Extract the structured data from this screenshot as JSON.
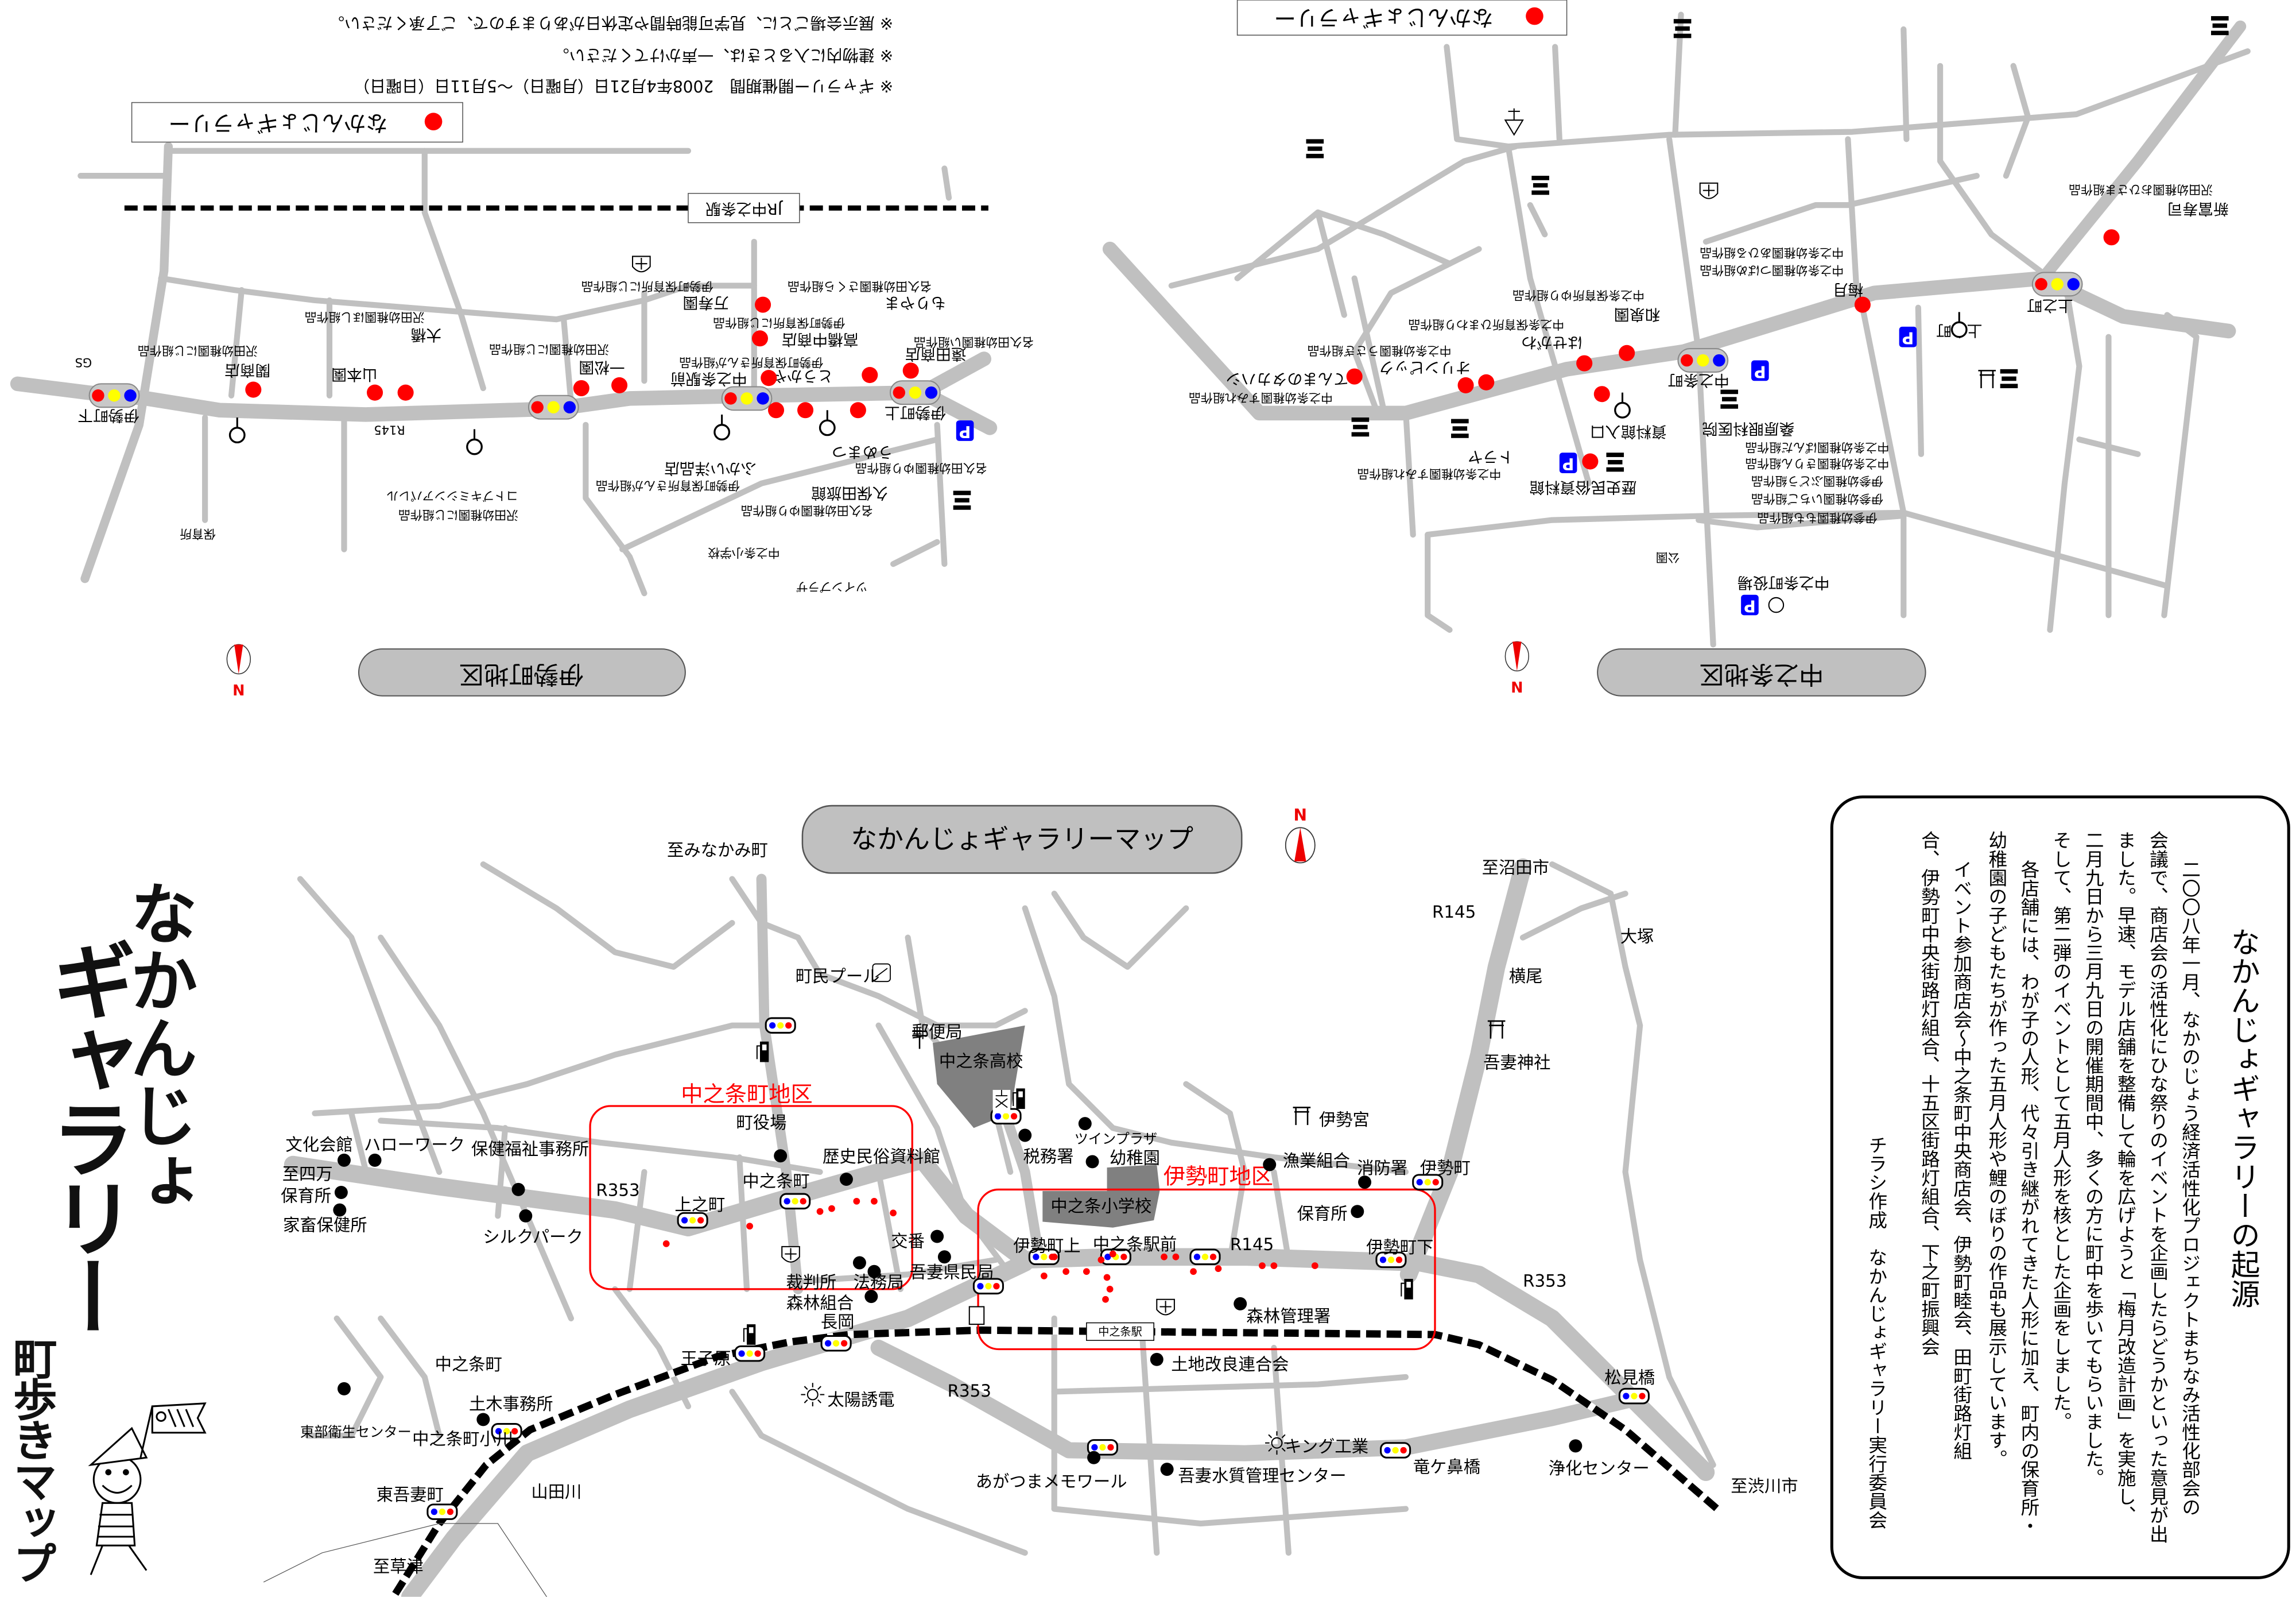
{
  "bottom_map": {
    "title": "なかんじょギャラリーマップ",
    "compass": "N",
    "district_chujo": "中之条町地区",
    "district_ise": "伊勢町地区",
    "station": "中之条駅",
    "labels": [
      "至みなかみ町",
      "町民プール",
      "郵便局",
      "中之条高校",
      "町役場",
      "文化会館",
      "ハローワーク",
      "保健福祉事務所",
      "至四万",
      "保育所",
      "家畜保健所",
      "R353",
      "歴史民俗資料館",
      "中之条町",
      "上之町",
      "シルクパーク",
      "交番",
      "裁判所",
      "法務局",
      "吾妻県民局",
      "森林組合",
      "長岡",
      "王子原",
      "太陽誘電",
      "R353",
      "中之条町",
      "土木事務所",
      "東部衛生センター",
      "中之条町小川",
      "東吾妻町",
      "山田川",
      "至草津",
      "税務署",
      "ツインプラザ",
      "幼稚園",
      "中之条小学校",
      "伊勢宮",
      "漁業組合",
      "消防署",
      "伊勢町",
      "保育所",
      "伊勢町上",
      "中之条駅前",
      "R145",
      "伊勢町下",
      "森林管理署",
      "土地改良連合会",
      "R353",
      "至沼田市",
      "R145",
      "大塚",
      "横尾",
      "吾妻神社",
      "松見橋",
      "浄化センター",
      "至渋川市",
      "キング工業",
      "竜ケ鼻橋",
      "あがつまメモワール",
      "吾妻水質管理センター"
    ]
  },
  "ise_map": {
    "title": "伊勢町地区",
    "compass": "N",
    "legend": "なかんじょギャラリー",
    "station": "JR中之条駅",
    "notes": [
      "※ ギャラリー開催期間　2008年4月21日（月曜日）〜5月11日（日曜日）",
      "※ 建物内に入るときは、一声かけてください。",
      "※ 展示会場ごとに、見学可能時間や定休日がありますので、ご了承ください。"
    ],
    "labels": [
      "伊勢町下",
      "GS",
      "関商店",
      "沢田幼稚園にじ組作品",
      "山本園",
      "大橋",
      "沢田幼稚園ほし組作品",
      "R145",
      "保育所",
      "コトブキミシンアパレル",
      "沢田幼稚園にじ組作品",
      "一松園",
      "沢田幼稚園にじ組作品",
      "伊勢町保育所にじ組作品",
      "万寿園",
      "伊勢町保育所にじ組作品",
      "高橋中商店",
      "伊勢町保育所きんが組作品",
      "中之条駅前",
      "とうかや",
      "ふかい洋品店",
      "伊勢町保育所きんが組作品",
      "久保田旅館",
      "名久田幼稚園ゆり組作品",
      "名久田幼稚園ゆり組作品",
      "うめまつ",
      "伊勢町上",
      "中之条小学校",
      "ツインプラザ",
      "遠田商店",
      "名久田幼稚園い組作品",
      "もりやま",
      "名久田幼稚園さくら組作品"
    ]
  },
  "chujo_map": {
    "title": "中之条地区",
    "compass": "N",
    "legend": "なかんじょギャラリー",
    "labels": [
      "新富寿司",
      "沢田幼稚園おひさま組作品",
      "上之町",
      "上之町",
      "梅月",
      "中之条幼稚園つばめ組作品",
      "中之条幼稚園あひる組作品",
      "中之条町",
      "和泉園",
      "中之条保育所ゆり組作品",
      "はせがわ",
      "中之条保育所ひまわり組作品",
      "オリンピック",
      "中之条幼稚園うさぎ組作品",
      "てんまのタカハシ",
      "中之条幼稚園すみれ組作品",
      "トラヤ",
      "中之条幼稚園すみれ組作品",
      "資料館入口",
      "桑原眼科医院",
      "歴史民俗資料館",
      "中之条幼稚園ぱんだ組作品",
      "中之条幼稚園きりん組作品",
      "伊参幼稚園ぶどう組作品",
      "伊参幼稚園いちご組作品",
      "伊参幼稚園もも組作品",
      "公園",
      "中之条町役場"
    ]
  },
  "calligraphy": {
    "line1": "なかんじょ",
    "line2": "ギャラリー",
    "subtitle": "町歩きマップ"
  },
  "origin_panel": {
    "title": "なかんじょギャラリーの起源",
    "columns": [
      "二〇〇八年一月、なかのじょう経済活性化プロジェクトまちなみ活性化部会の",
      "会議で、商店会の活性化にひな祭りのイベントを企画したらどうかといった意見が出",
      "ました。早速、モデル店舗を整備して輪を広げようと「梅月改造計画」を実施し、",
      "二月九日から三月九日の開催期間中、多くの方に町中を歩いてもらいました。",
      "そして、第二弾のイベントとして五月人形を核とした企画をしました。",
      "各店舗には、わが子の人形、代々引き継がれてきた人形に加え、町内の保育所・",
      "幼稚園の子どもたちが作った五月人形や鯉のぼりの作品も展示しています。",
      "イベント参加商店会〜中之条町中央商店会、伊勢町睦会、田町街路灯組",
      "合、伊勢町中央街路灯組合、十五区街路灯組合、下之町振興会",
      "チラシ作成　なかんじょギャラリー実行委員会"
    ]
  },
  "colors": {
    "road": "#c0c0c0",
    "gallery_marker": "#ff0000",
    "district_box": "#ff0000",
    "school": "#808080",
    "parking": "#0000ff"
  }
}
